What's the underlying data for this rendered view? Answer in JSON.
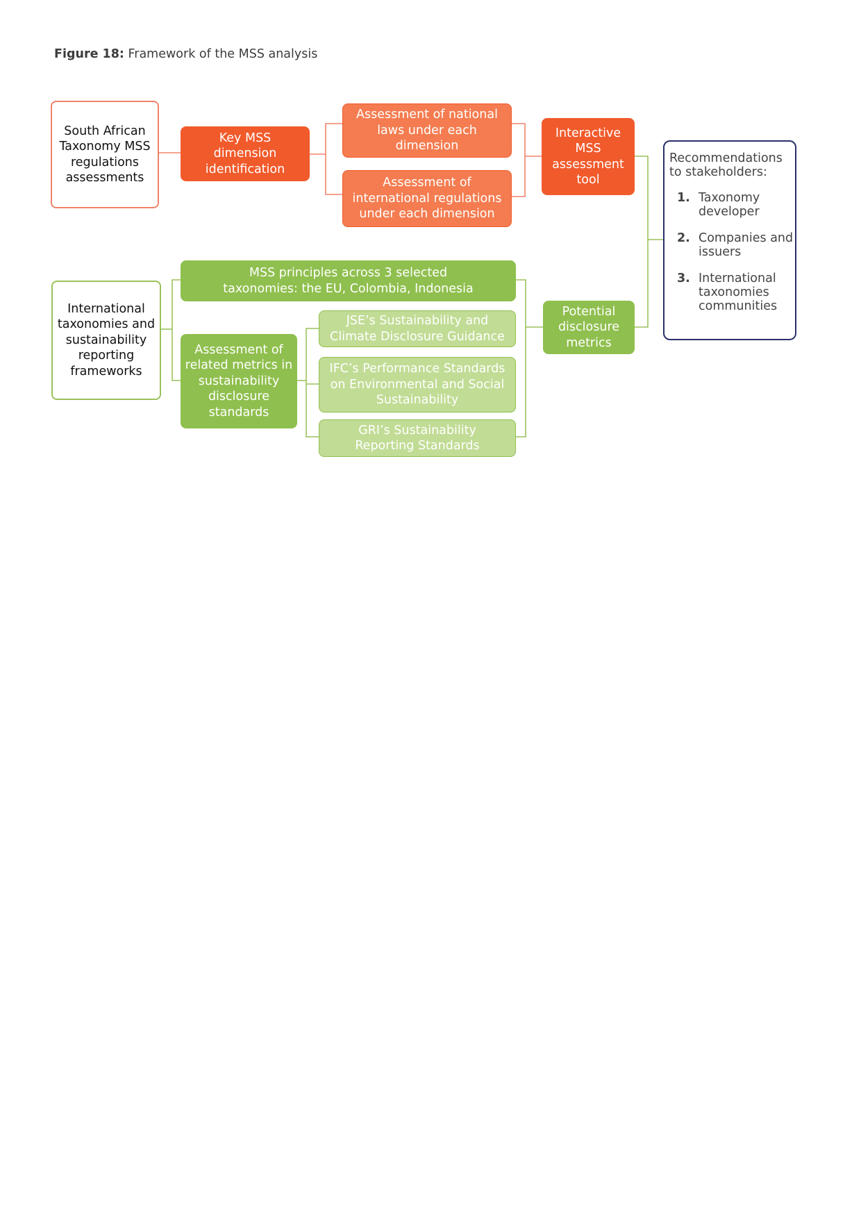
{
  "caption": {
    "label": "Figure 18:",
    "text": "Framework of the MSS analysis"
  },
  "colors": {
    "orange_dark": "#f15a2b",
    "orange_light": "#f47c50",
    "green_dark": "#8fbf4e",
    "green_light": "#c1dc95",
    "navy": "#2a2f6b"
  },
  "nodes": {
    "sa_taxonomy": "South African Taxonomy MSS regulations assessments",
    "key_mss": "Key MSS dimension identification",
    "national_laws": "Assessment of national laws under each dimension",
    "international_regs": "Assessment of international regulations under each dimension",
    "interactive_tool": "Interactive MSS assessment tool",
    "intl_taxonomies": "International taxonomies and sustainability reporting frameworks",
    "mss_principles": "MSS principles across 3 selected taxonomies: the EU, Colombia, Indonesia",
    "related_metrics": "Assessment of related metrics in sustainability disclosure standards",
    "jse": "JSE’s Sustainability and Climate Disclosure Guidance",
    "ifc": "IFC’s Performance Standards on Environmental and Social Sustainability",
    "gri": "GRI’s Sustainability Reporting Standards",
    "disclosure_metrics": "Potential disclosure metrics"
  },
  "recommendations": {
    "heading": "Recommendations to stakeholders:",
    "items": [
      {
        "num": "1.",
        "text": "Taxonomy developer"
      },
      {
        "num": "2.",
        "text": "Companies and issuers"
      },
      {
        "num": "3.",
        "text": "International taxonomies communities"
      }
    ]
  }
}
